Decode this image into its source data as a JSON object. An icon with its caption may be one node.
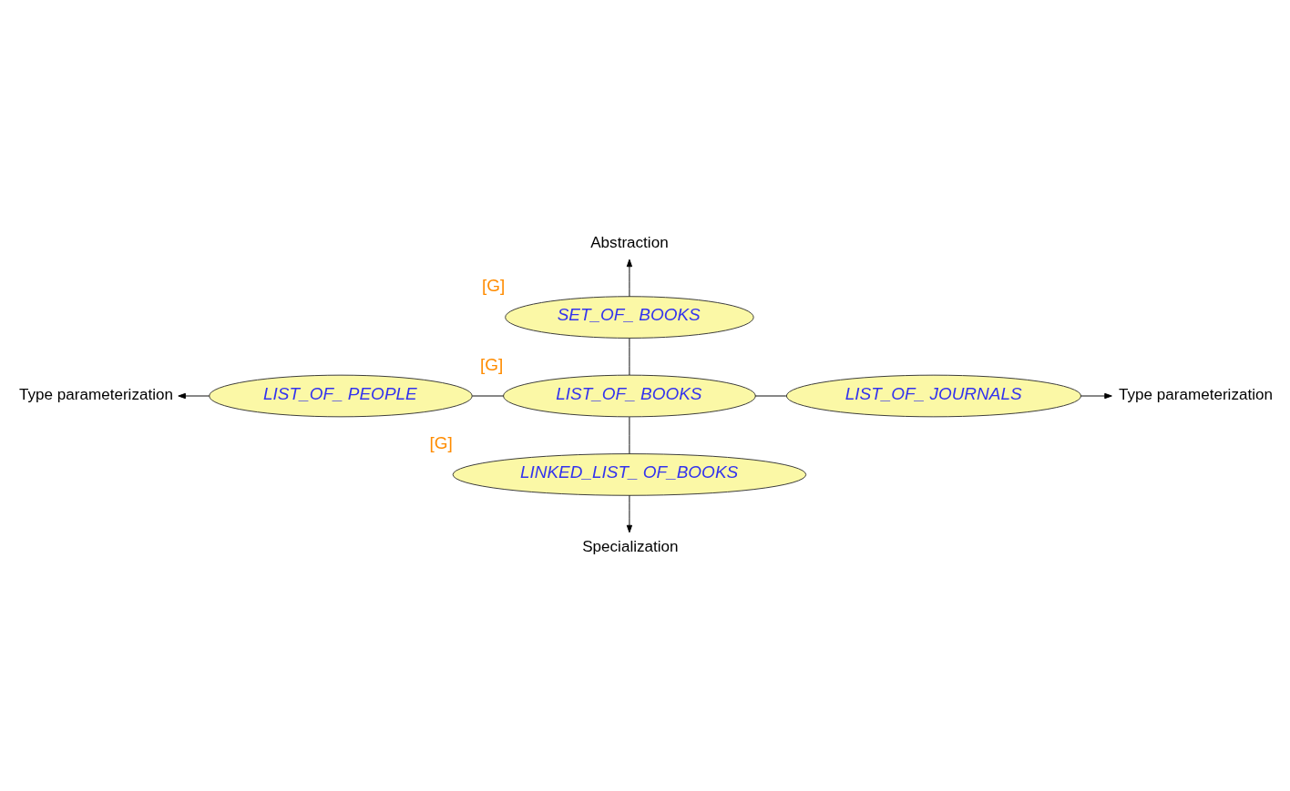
{
  "diagram": {
    "nodes": [
      {
        "text": [
          "Abstraction"
        ]
      },
      {
        "text": [
          "SET_OF_ BOOKS"
        ],
        "beside": [
          "[G]"
        ]
      },
      {
        "text": [
          "Type parameterization"
        ]
      },
      {
        "text": [
          "LIST_OF_ PEOPLE"
        ]
      },
      {
        "text": [
          "LIST_OF_ BOOKS"
        ],
        "beside": [
          "[G]"
        ]
      },
      {
        "text": [
          "LIST_OF_ JOURNALS"
        ]
      },
      {
        "text": [
          "Type parameterization"
        ]
      },
      {
        "text": [
          "LINKED_LIST_ OF_BOOKS"
        ],
        "beside": [
          "[G]"
        ]
      },
      {
        "text": [
          "Specialization"
        ]
      }
    ],
    "edges": [
      {
        "from": 4,
        "to": 1,
        "arrow": "none"
      },
      {
        "from": 1,
        "to": 0,
        "arrow": "to"
      },
      {
        "from": 4,
        "to": 3,
        "arrow": "none"
      },
      {
        "from": 3,
        "to": 2,
        "arrow": "to"
      },
      {
        "from": 4,
        "to": 5,
        "arrow": "none"
      },
      {
        "from": 5,
        "to": 6,
        "arrow": "to"
      },
      {
        "from": 4,
        "to": 7,
        "arrow": "none"
      },
      {
        "from": 7,
        "to": 8,
        "arrow": "to"
      }
    ]
  }
}
